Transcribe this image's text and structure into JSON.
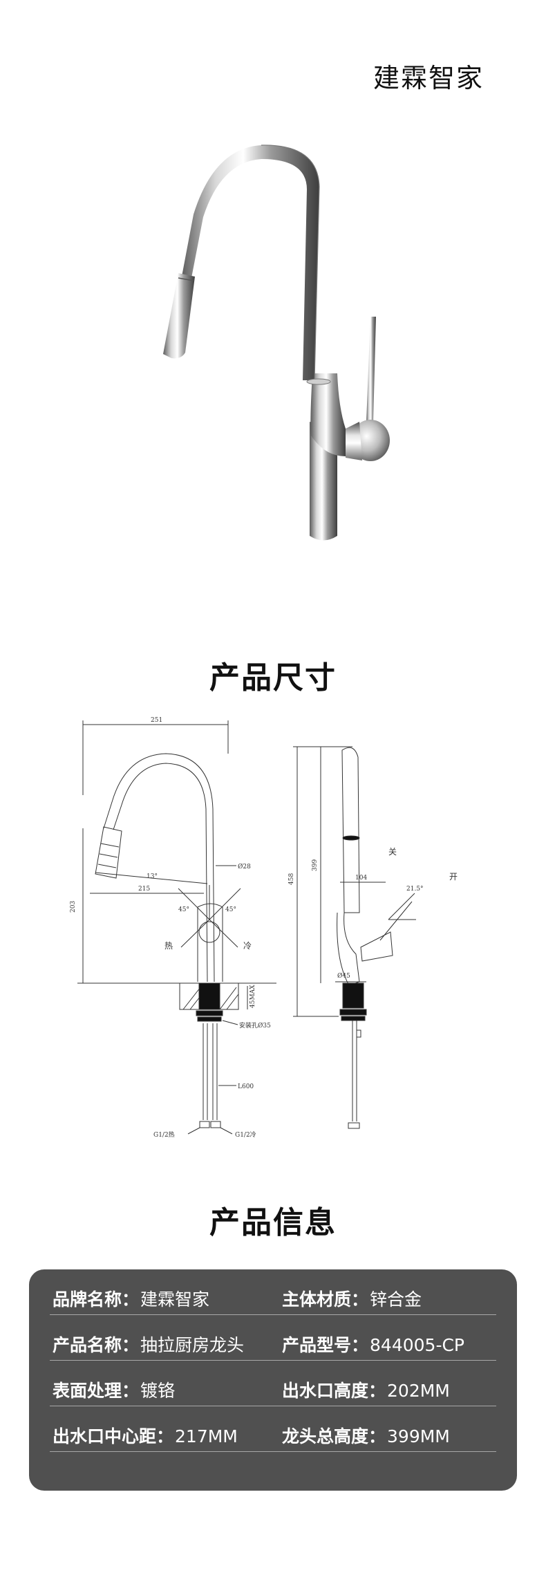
{
  "brand": {
    "name": "建霖智家"
  },
  "sections": {
    "size_title": "产品尺寸",
    "info_title": "产品信息"
  },
  "drawing": {
    "width_251": "251",
    "dia_28": "Ø28",
    "angle_13": "13°",
    "dist_215": "215",
    "angle_45_left": "45°",
    "angle_45_right": "45°",
    "hot": "热",
    "cold": "冷",
    "height_203": "203",
    "max_45": "45MAX",
    "mount_hole": "安装孔Ø35",
    "hose_600": "L600",
    "g_hot": "G1/2热",
    "g_cold": "G1/2冷",
    "height_458": "458",
    "height_399": "399",
    "off": "关",
    "on": "开",
    "dist_104": "104",
    "angle_21": "21.5°",
    "dia_45": "Ø45"
  },
  "info": {
    "rows": [
      {
        "left_key": "品牌名称：",
        "left_val": "建霖智家",
        "right_key": "主体材质：",
        "right_val": "锌合金"
      },
      {
        "left_key": "产品名称：",
        "left_val": "抽拉厨房龙头",
        "right_key": "产品型号：",
        "right_val": "844005-CP"
      },
      {
        "left_key": "表面处理：",
        "left_val": "镀铬",
        "right_key": "出水口高度：",
        "right_val": "202MM"
      },
      {
        "left_key": "出水口中心距：",
        "left_val": "217MM",
        "right_key": "龙头总高度：",
        "right_val": "399MM"
      }
    ]
  },
  "colors": {
    "card_bg": "#505050",
    "divider": "#a8a8a8",
    "chrome_dark": "#6e6e6e",
    "chrome_light": "#f4f4f4"
  }
}
